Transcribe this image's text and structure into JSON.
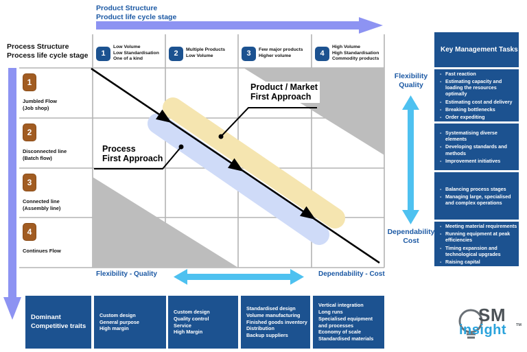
{
  "axes": {
    "top_title": "Product Structure\nProduct life cycle stage",
    "left_title": "Process Structure\nProcess life cycle stage",
    "bottom_left": "Flexibility - Quality",
    "bottom_right": "Dependability - Cost",
    "right_top": "Flexibility\nQuality",
    "right_bottom": "Dependability\nCost"
  },
  "columns": [
    {
      "num": "1",
      "label": "Low Volume\nLow Standardisation\nOne of a kind"
    },
    {
      "num": "2",
      "label": "Multiple Products\nLow Volume"
    },
    {
      "num": "3",
      "label": "Few major products\nHigher volume"
    },
    {
      "num": "4",
      "label": "High Volume\nHigh Standardisation\nCommodity products"
    }
  ],
  "rows": [
    {
      "num": "1",
      "label": "Jumbled Flow\n(Job shop)"
    },
    {
      "num": "2",
      "label": "Disconnected line\n(Batch flow)"
    },
    {
      "num": "3",
      "label": "Connected line\n(Assembly line)"
    },
    {
      "num": "4",
      "label": "Continues Flow"
    }
  ],
  "diagonal_labels": {
    "product_market": "Product / Market\nFirst Approach",
    "process": "Process\nFirst Approach"
  },
  "key_tasks": {
    "header": "Key Management Tasks",
    "groups": [
      {
        "items": [
          "Fast reaction",
          "Estimating capacity and loading the resources optimally",
          "Estimating cost and delivery",
          "Breaking bottlenecks",
          "Order expediting"
        ]
      },
      {
        "items": [
          "Systematising diverse elements",
          "Developing standards and methods",
          "Improvement initiatives"
        ]
      },
      {
        "items": [
          "Balancing process stages",
          "Managing large, specialised and complex operations"
        ]
      },
      {
        "items": [
          "Meeting material requirements",
          "Running equipment at peak efficiencies",
          "Timing expansion and technological upgrades",
          "Raising capital"
        ]
      }
    ]
  },
  "traits": {
    "header": "Dominant\nCompetitive traits",
    "cells": [
      "Custom design\nGeneral purpose\nHigh margin",
      "Custom design\nQuality control\nService\nHigh Margin",
      "Standardised design\nVolume manufacturing\nFinished goods inventory\nDistribution\nBackup suppliers",
      "Vertical integration\nLong runs\nSpecialised equipment and processes\nEconomy of scale\nStandardised materials"
    ]
  },
  "logo": {
    "sm": "SM",
    "insight": "insight",
    "tm": "TM"
  },
  "colors": {
    "navy": "#1c5290",
    "brown": "#a15c22",
    "periwinkle": "#8d93f2",
    "cyan": "#4ec1f0",
    "gray_region": "#bdbdbd",
    "band_yellow": "#f5e5b0",
    "band_blue": "#cfdbf8",
    "blue_text": "#1c59a4",
    "logo_blue": "#2aa3dc"
  }
}
